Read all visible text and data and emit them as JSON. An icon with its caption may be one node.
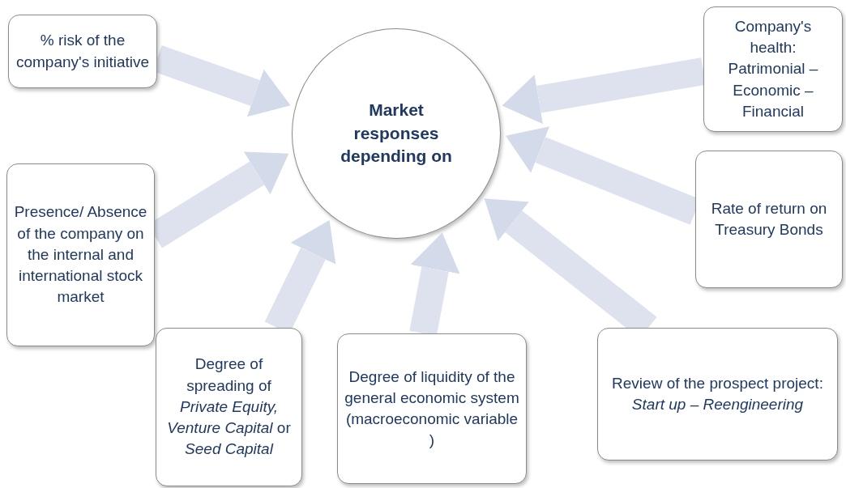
{
  "diagram": {
    "nodes": [
      {
        "text": [
          "Market responses depending on"
        ]
      },
      {
        "text": [
          "% risk of the company's initiative"
        ]
      },
      {
        "text": [
          "Company's health: Patrimonial – Economic – Financial"
        ]
      },
      {
        "text": [
          "Presence/ Absence of the company on the internal and international stock market"
        ]
      },
      {
        "text": [
          "Rate of return on Treasury Bonds"
        ]
      },
      {
        "text": [
          "Degree of spreading of *Private Equity, Venture Capital* or *Seed Capital*"
        ]
      },
      {
        "text": [
          "Degree of liquidity of the general economic system (macroeconomic variable )"
        ]
      },
      {
        "text": [
          "Review of the prospect project: *Start up – Reengineering*"
        ]
      }
    ],
    "edges": [
      {
        "from": 1,
        "to": 0,
        "arrow": "to"
      },
      {
        "from": 2,
        "to": 0,
        "arrow": "to"
      },
      {
        "from": 3,
        "to": 0,
        "arrow": "to"
      },
      {
        "from": 4,
        "to": 0,
        "arrow": "to"
      },
      {
        "from": 5,
        "to": 0,
        "arrow": "to"
      },
      {
        "from": 6,
        "to": 0,
        "arrow": "to"
      },
      {
        "from": 7,
        "to": 0,
        "arrow": "to"
      }
    ]
  }
}
